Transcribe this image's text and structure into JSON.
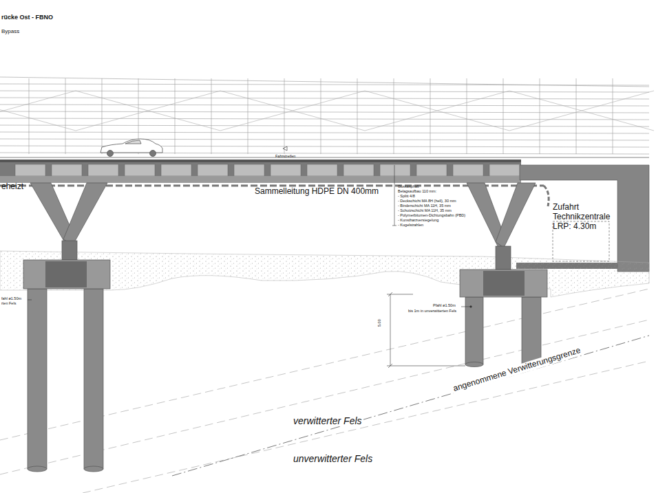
{
  "diagram": {
    "title": "rücke Ost - FBNO",
    "nodes": [
      {
        "text": [
          "Zufahrt Technikzentrale LRP: 4.30m"
        ]
      }
    ],
    "labels": [
      "Bypass",
      "Fahrstreifen",
      "eheizt",
      "Sammelleitung HDPE DN 400mm",
      "Gussasphalt",
      "Belagsaufbau 110 mm:",
      "- Splitt 4/8",
      "- Deckschicht MA 8H (hell), 30 mm",
      "- Binderschicht MA 11H, 35 mm",
      "- Schutzschicht MA 11H, 35 mm",
      "- Polymerbitumen-Dichtungsbahn (PBD)",
      "- Kunstharzversiegelung",
      "- Kugelstrahlen",
      "fahl ø1.50m",
      "rten Fels",
      "Pfahl ø1.50m",
      "bis 1m in unverwitterten Fels",
      "5.00",
      "angenommene Verwitterungsgrenze",
      "verwitterter Fels",
      "unverwitterter Fels"
    ]
  }
}
